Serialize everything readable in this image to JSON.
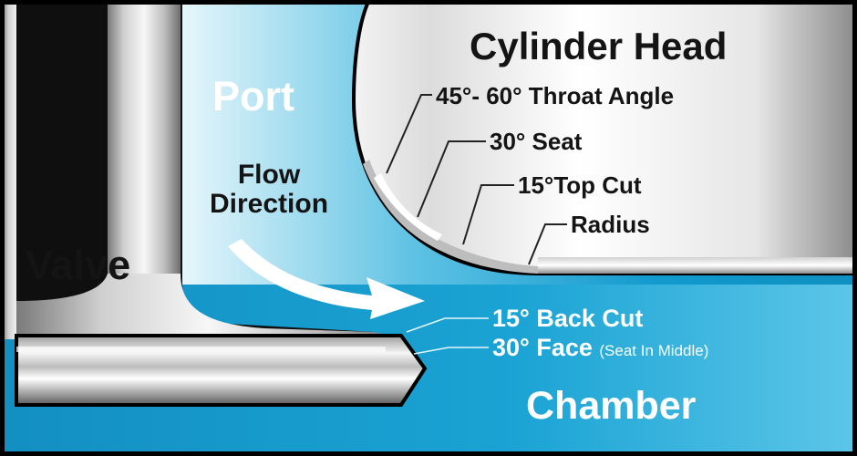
{
  "labels": {
    "cylinder_head": "Cylinder Head",
    "port": "Port",
    "valve": "Valve",
    "flow_line1": "Flow",
    "flow_line2": "Direction",
    "throat_angle": "45°- 60° Throat Angle",
    "seat": "30° Seat",
    "top_cut": "15°Top Cut",
    "radius": "Radius",
    "back_cut": "15° Back Cut",
    "face": "30° Face",
    "face_note": "(Seat In Middle)",
    "chamber": "Chamber"
  },
  "colors": {
    "outline": "#000000",
    "port_blue_light": "#e6f6fb",
    "port_blue_dark": "#0e8fc0",
    "chamber_blue": "#1aa3d4",
    "metal_light": "#fafafa",
    "metal_dark": "#7a7a7a",
    "label_dark": "#141414",
    "label_light": "#ffffff"
  }
}
